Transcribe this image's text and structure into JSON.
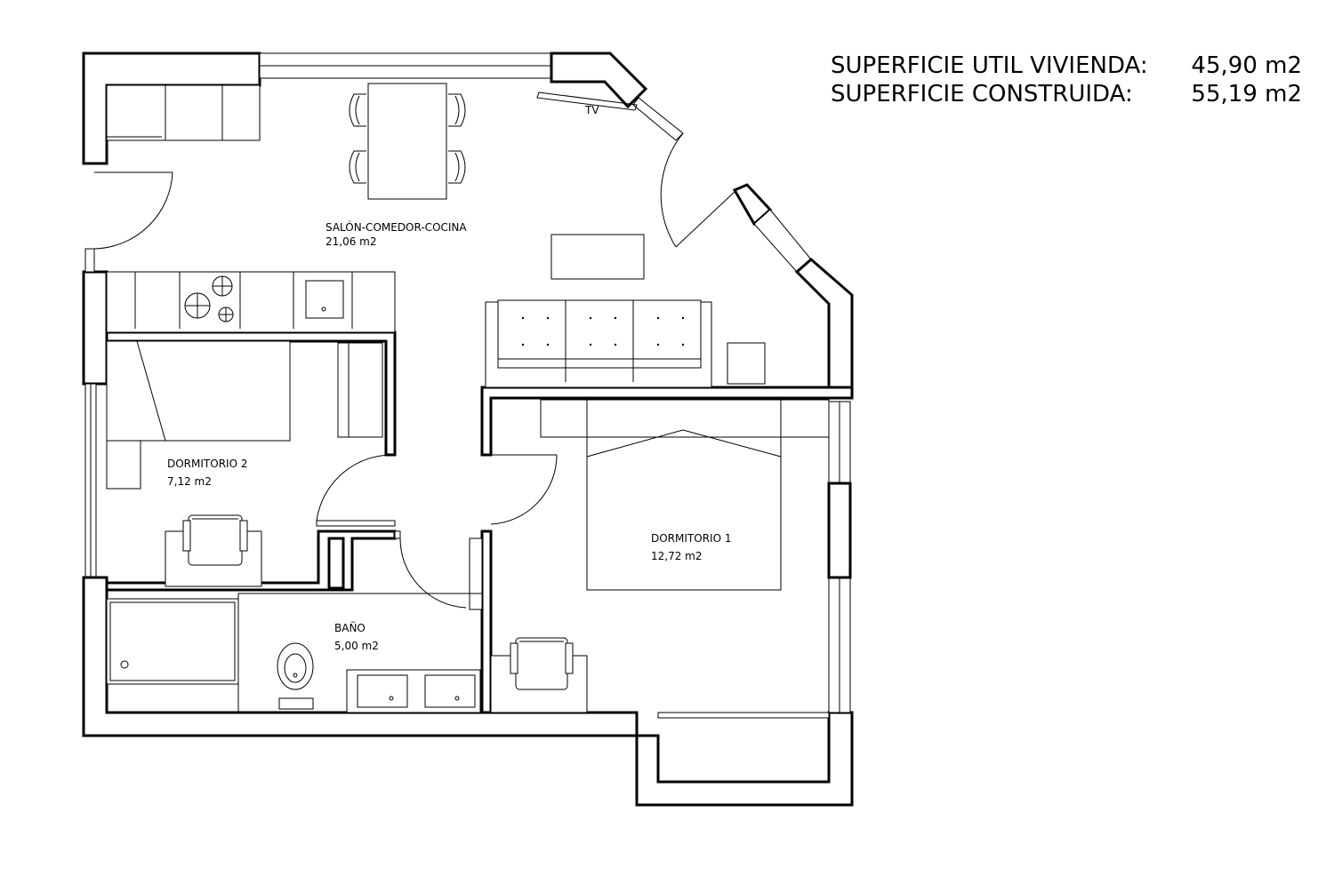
{
  "summary": {
    "useful_area_label": "SUPERFICIE UTIL VIVIENDA:",
    "useful_area_value": "45,90 m2",
    "built_area_label": "SUPERFICIE CONSTRUIDA:",
    "built_area_value": "55,19 m2"
  },
  "rooms": {
    "salon": {
      "name": "SALÓN-COMEDOR-COCINA",
      "area": "21,06 m2"
    },
    "dormitorio2": {
      "name": "DORMITORIO 2",
      "area": "7,12 m2"
    },
    "dormitorio1": {
      "name": "DORMITORIO 1",
      "area": "12,72 m2"
    },
    "bano": {
      "name": "BAÑO",
      "area": "5,00 m2"
    }
  },
  "fixtures": {
    "tv_label": "TV"
  }
}
